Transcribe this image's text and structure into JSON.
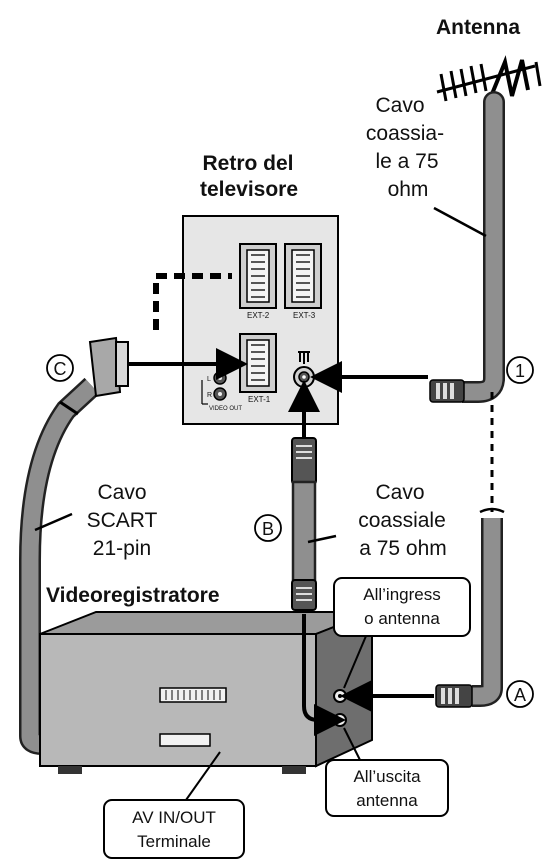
{
  "labels": {
    "antenna": "Antenna",
    "coax_top": [
      "Cavo",
      "coassia-",
      "le a 75",
      "ohm"
    ],
    "tv_back": [
      "Retro del",
      "televisore"
    ],
    "scart_cable": [
      "Cavo",
      "SCART",
      "21-pin"
    ],
    "coax_mid": [
      "Cavo",
      "coassiale",
      "a 75 ohm"
    ],
    "vcr": "Videoregistratore",
    "antenna_in": [
      "All’ingress",
      "o antenna"
    ],
    "antenna_out": [
      "All’uscita",
      "antenna"
    ],
    "av_terminal": [
      "AV IN/OUT",
      "Terminale"
    ]
  },
  "markers": {
    "one": "1",
    "a": "A",
    "b": "B",
    "c": "C"
  },
  "tv_panel": {
    "ext2": "EXT-2",
    "ext3": "EXT-3",
    "ext1": "EXT-1",
    "l": "L",
    "r": "R",
    "video_out": "VIDEO OUT"
  }
}
